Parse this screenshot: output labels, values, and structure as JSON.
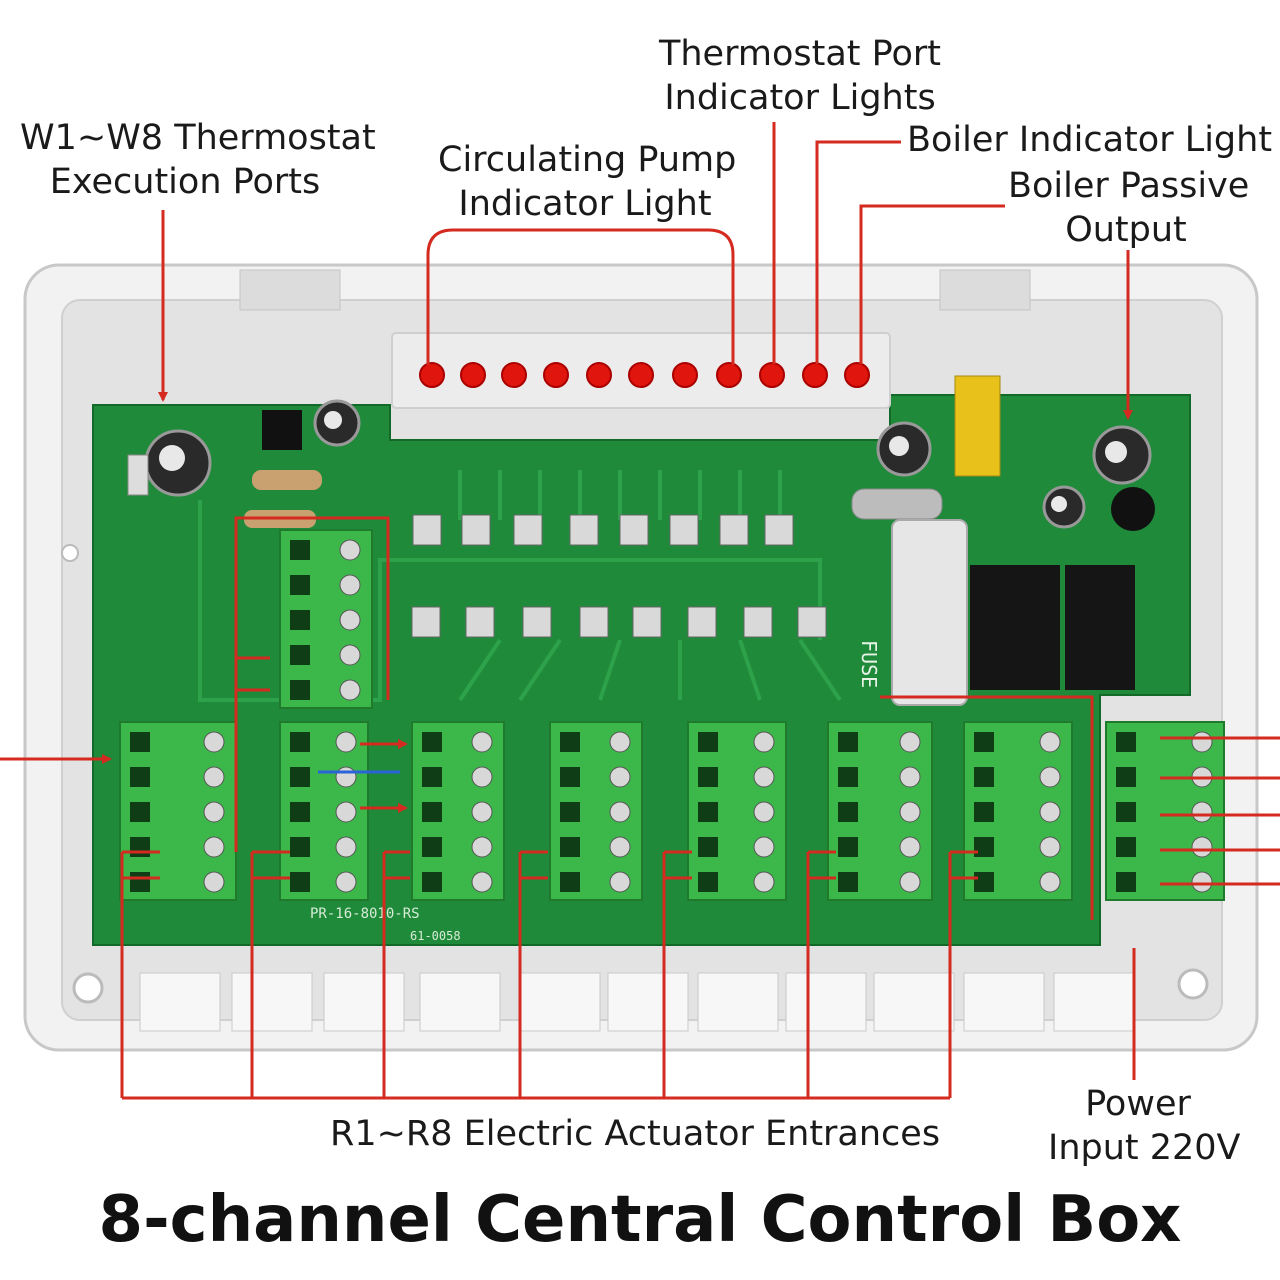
{
  "labels": {
    "w_ports": [
      "W1~W8 Thermostat",
      "Execution Ports"
    ],
    "pump": [
      "Circulating Pump",
      "Indicator Light"
    ],
    "thermo_lights": [
      "Thermostat Port",
      "Indicator Lights"
    ],
    "boiler_light": "Boiler Indicator Light",
    "boiler_output": [
      "Boiler Passive",
      "Output"
    ],
    "actuators": "R1~R8 Electric Actuator Entrances",
    "power": [
      "Power",
      "Input 220V"
    ]
  },
  "pcb_print": {
    "fuse": "FUSE",
    "model": "PR-16-8010-RS",
    "code": "61-0058"
  },
  "title": "8-channel Central Control Box",
  "colors": {
    "callout": "#d42a1f",
    "pcb": "#1f8a3a",
    "terminal": "#3cb84a",
    "led": "#e0160e",
    "housing": "#e8e8e8"
  }
}
